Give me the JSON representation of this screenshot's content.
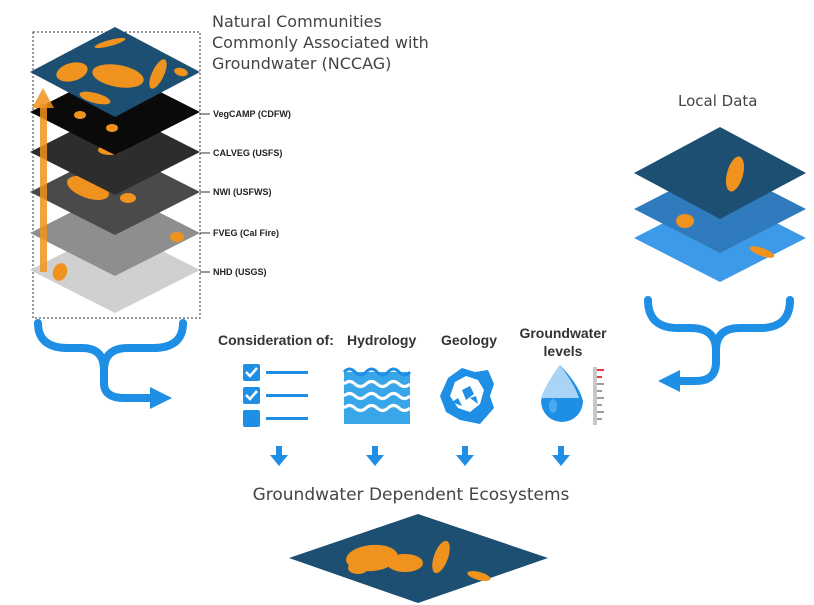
{
  "title": {
    "line1": "Natural Communities",
    "line2": "Commonly Associated with",
    "line3": "Groundwater (NCCAG)"
  },
  "layers": [
    {
      "label": "VegCAMP (CDFW)",
      "color": "#0a0a0a"
    },
    {
      "label": "CALVEG (USFS)",
      "color": "#2d2d2d"
    },
    {
      "label": "NWI (USFWS)",
      "color": "#4a4a4a"
    },
    {
      "label": "FVEG (Cal Fire)",
      "color": "#8a8a8a"
    },
    {
      "label": "NHD (USGS)",
      "color": "#cccccc"
    }
  ],
  "local_data": {
    "label": "Local Data"
  },
  "considerations": {
    "heading": "Consideration of:",
    "items": [
      {
        "label": "Hydrology",
        "icon": "waves-icon"
      },
      {
        "label": "Geology",
        "icon": "rock-icon"
      },
      {
        "label_line1": "Groundwater",
        "label_line2": "levels",
        "icon": "water-level-icon"
      }
    ],
    "checklist_icon": "checklist-icon"
  },
  "result": {
    "label": "Groundwater Dependent Ecosystems"
  },
  "colors": {
    "navy": "#1d4f72",
    "orange": "#f0931e",
    "accent_blue": "#1f8fe6",
    "light_blue": "#3d9ae8",
    "mid_blue": "#2f7bbd"
  }
}
